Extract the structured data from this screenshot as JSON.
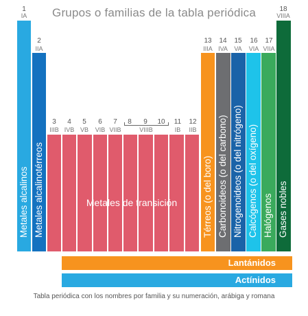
{
  "title": "Grupos o familias de la tabla periódica",
  "caption": "Tabla periódica con los nombres por familia y su numeración, arábiga y romana",
  "groups": [
    {
      "num": "1",
      "roman": "IA",
      "label": "Metales alcalinos",
      "color": "#29a9e1"
    },
    {
      "num": "2",
      "roman": "IIA",
      "label": "Metales alcalinotérreos",
      "color": "#1472c0"
    },
    {
      "num": "3",
      "roman": "IIIB"
    },
    {
      "num": "4",
      "roman": "IVB"
    },
    {
      "num": "5",
      "roman": "VB"
    },
    {
      "num": "6",
      "roman": "VIB"
    },
    {
      "num": "7",
      "roman": "VIIB"
    },
    {
      "num": "8",
      "roman": ""
    },
    {
      "num": "9",
      "roman": "VIIIB"
    },
    {
      "num": "10",
      "roman": ""
    },
    {
      "num": "11",
      "roman": "IB"
    },
    {
      "num": "12",
      "roman": "IIB"
    },
    {
      "num": "13",
      "roman": "IIIA",
      "label": "Térreos (o del boro)",
      "color": "#f7931e"
    },
    {
      "num": "14",
      "roman": "IVA",
      "label": "Carbonoideos (o del carbono)",
      "color": "#6d6e71"
    },
    {
      "num": "15",
      "roman": "VA",
      "label": "Nitrogenoideos (o del nitrógeno)",
      "color": "#1a63a8"
    },
    {
      "num": "16",
      "roman": "VIA",
      "label": "Calcógenos (o del oxígeno)",
      "color": "#1ec3ea"
    },
    {
      "num": "17",
      "roman": "VIIA",
      "label": "Halógenos",
      "color": "#3aaa5c"
    },
    {
      "num": "18",
      "roman": "VIIIA",
      "label": "Gases nobles",
      "color": "#0e6b3a"
    }
  ],
  "transition": {
    "label": "Metales de transición",
    "color": "#e05b6c"
  },
  "lanthanides": {
    "label": "Lantánidos",
    "color": "#f7931e"
  },
  "actinides": {
    "label": "Actínidos",
    "color": "#29a9e1"
  }
}
